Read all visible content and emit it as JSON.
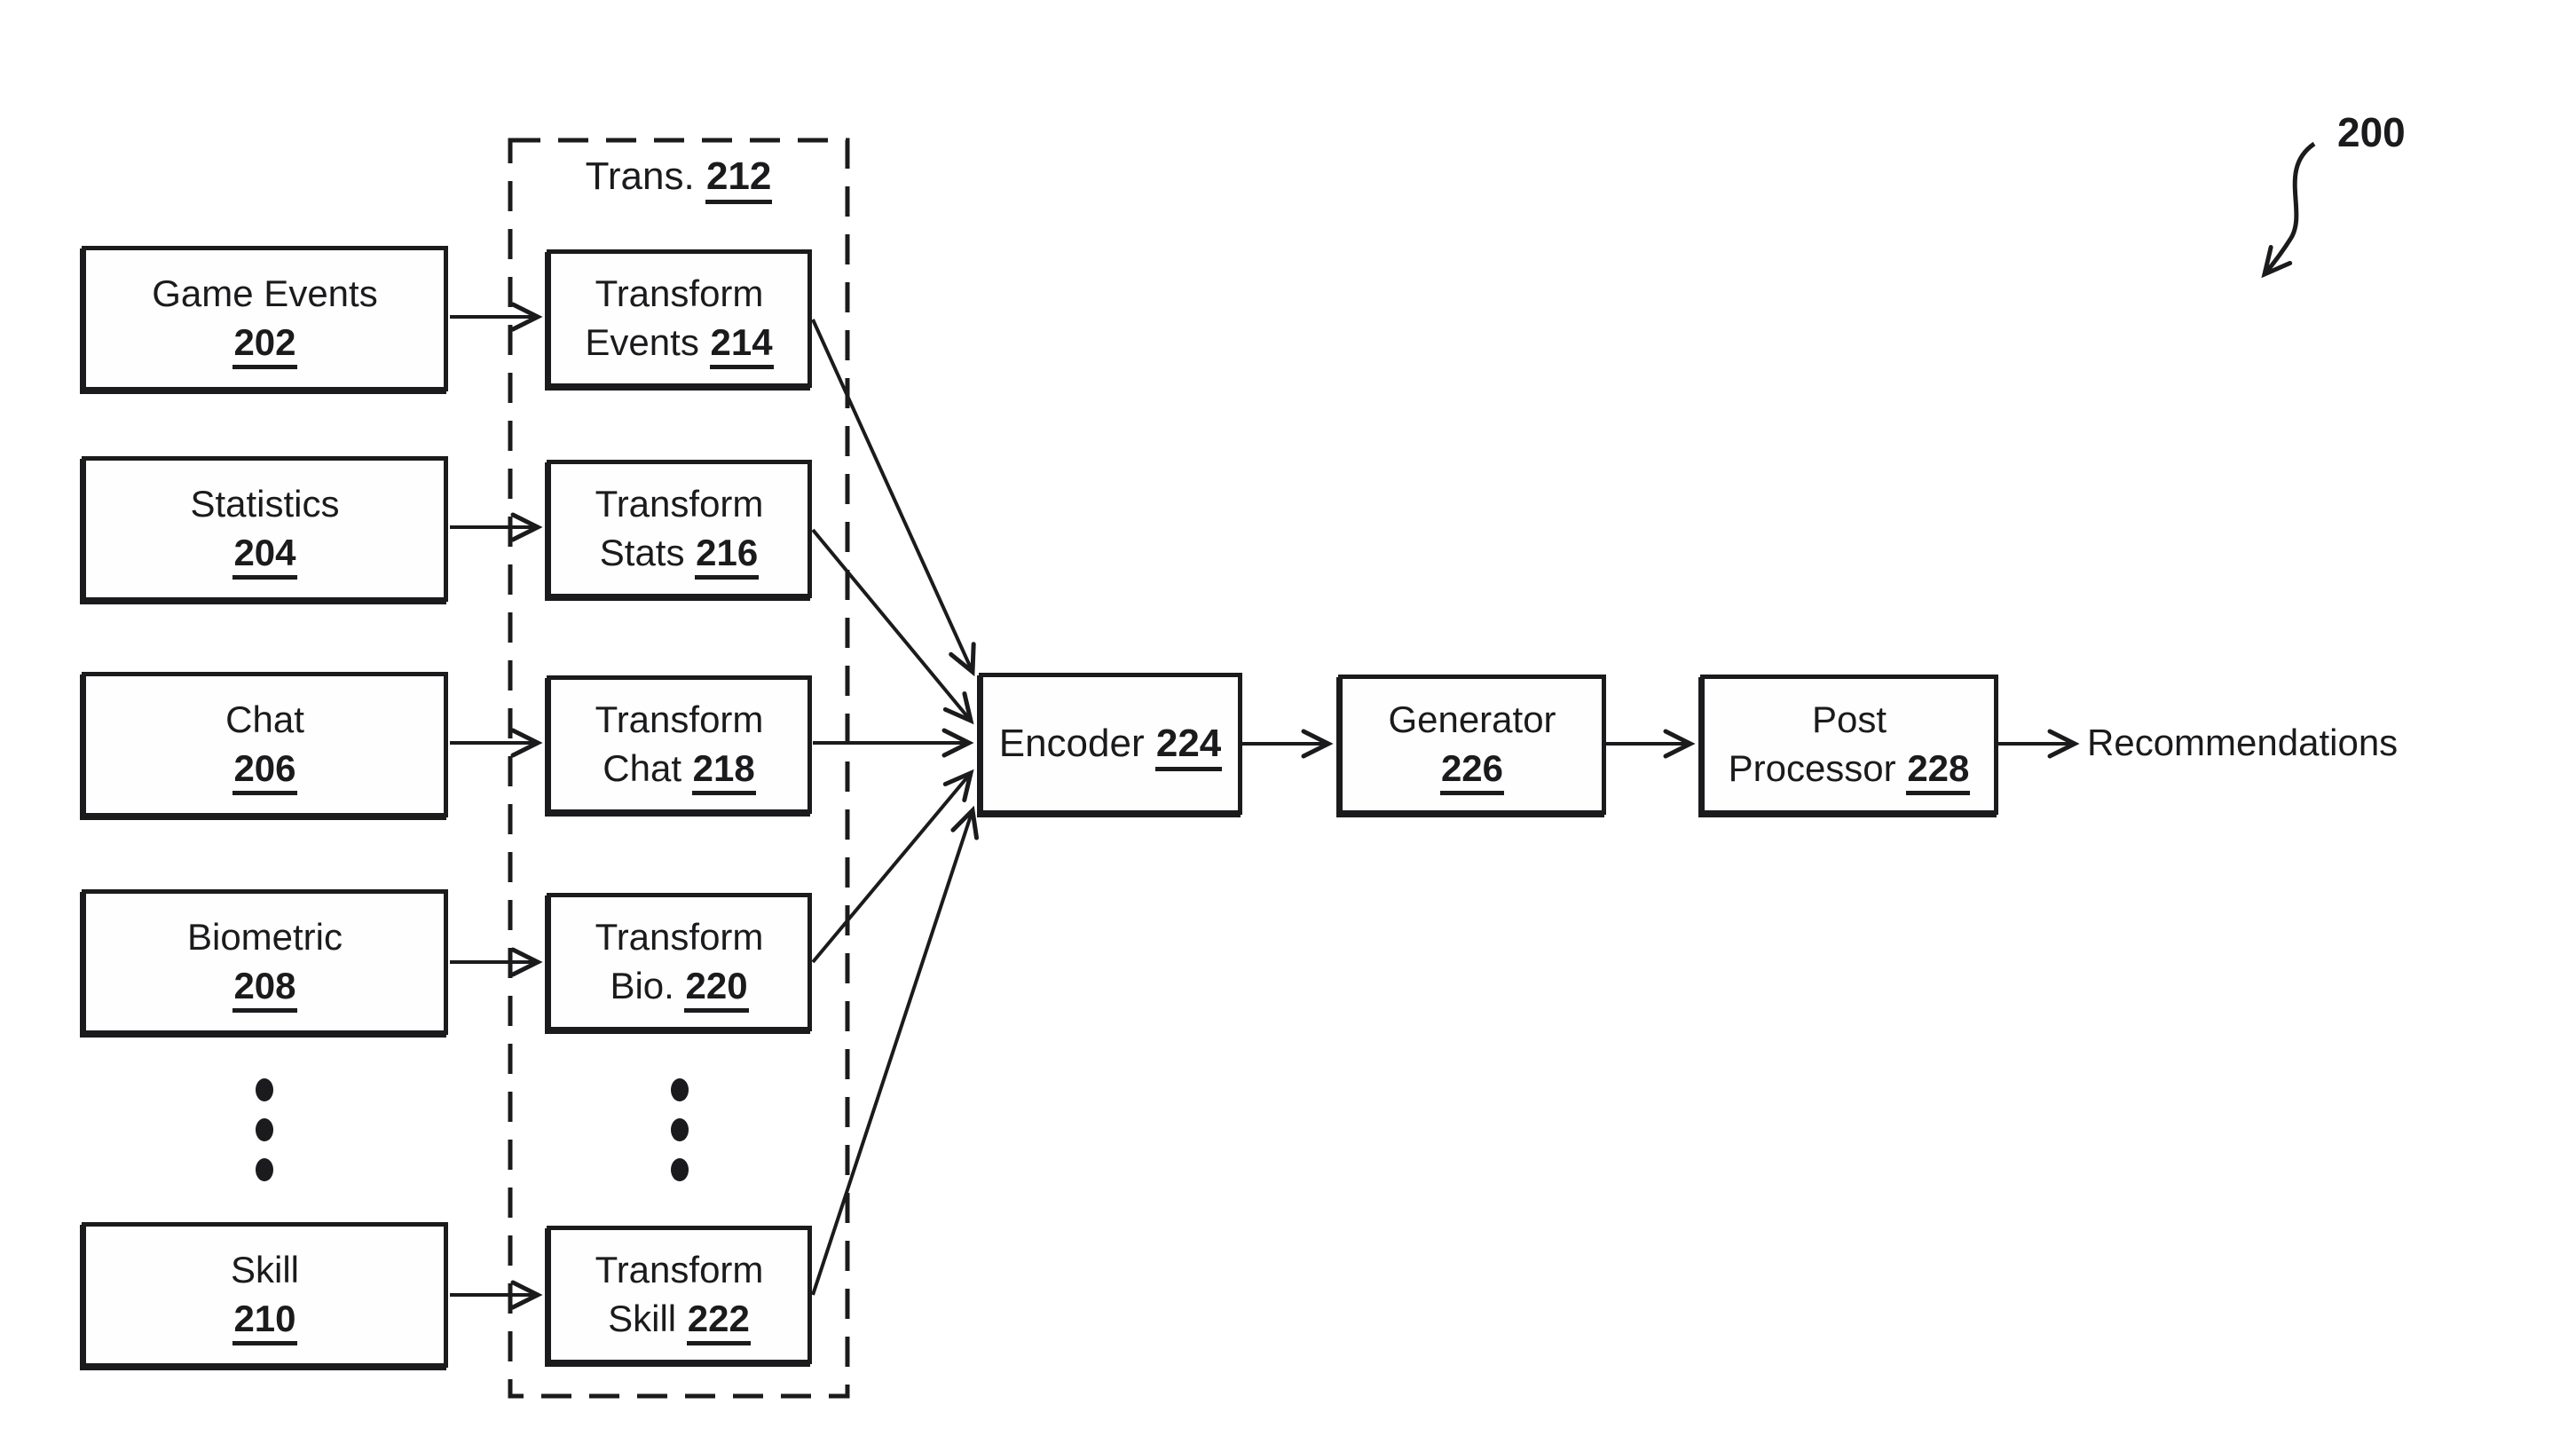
{
  "figure": {
    "reference_label": "200",
    "ink_color": "#1b1b1d",
    "background_color": "#ffffff"
  },
  "sources": [
    {
      "title": "Game Events",
      "ref": "202"
    },
    {
      "title": "Statistics",
      "ref": "204"
    },
    {
      "title": "Chat",
      "ref": "206"
    },
    {
      "title": "Biometric",
      "ref": "208"
    },
    {
      "title": "Skill",
      "ref": "210"
    }
  ],
  "transform_group": {
    "title": "Trans.",
    "ref": "212"
  },
  "transforms": [
    {
      "line1": "Transform",
      "line2": "Events",
      "ref": "214"
    },
    {
      "line1": "Transform",
      "line2": "Stats",
      "ref": "216"
    },
    {
      "line1": "Transform",
      "line2": "Chat",
      "ref": "218"
    },
    {
      "line1": "Transform",
      "line2": "Bio.",
      "ref": "220"
    },
    {
      "line1": "Transform",
      "line2": "Skill",
      "ref": "222"
    }
  ],
  "pipeline": {
    "encoder": {
      "title": "Encoder",
      "ref": "224"
    },
    "generator": {
      "title": "Generator",
      "ref": "226"
    },
    "post_processor": {
      "line1": "Post",
      "line2": "Processor",
      "ref": "228"
    }
  },
  "output_label": "Recommendations"
}
